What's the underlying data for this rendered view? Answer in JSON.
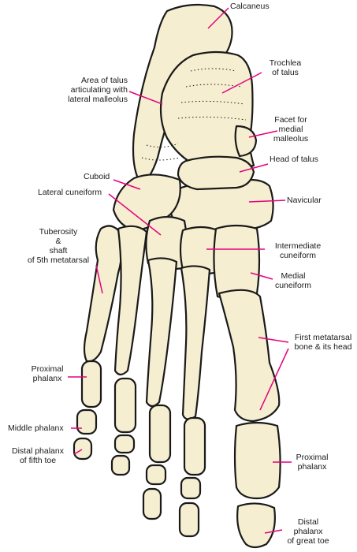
{
  "labels": {
    "calcaneus": "Calcaneus",
    "trochlea": "Trochlea\nof talus",
    "area_talus": "Area of talus\narticulating with\nlateral malleolus",
    "facet_medial": "Facet for\nmedial\nmalleolus",
    "head_talus": "Head of talus",
    "cuboid": "Cuboid",
    "lateral_cuneiform": "Lateral cuneiform",
    "navicular": "Navicular",
    "tuberosity": "Tuberosity\n&\nshaft\nof 5th metatarsal",
    "intermediate_cuneiform": "Intermediate\ncuneiform",
    "medial_cuneiform": "Medial\ncuneiform",
    "first_metatarsal": "First metatarsal\nbone & its head",
    "proximal_phalanx_5": "Proximal\nphalanx",
    "middle_phalanx": "Middle phalanx",
    "distal_phalanx_5": "Distal phalanx\nof fifth toe",
    "proximal_phalanx_1": "Proximal\nphalanx",
    "distal_phalanx_1": "Distal\nphalanx\nof great toe"
  },
  "colors": {
    "bone": "#f5eed0",
    "outline": "#1a1a1a",
    "leader": "#e6007e"
  }
}
